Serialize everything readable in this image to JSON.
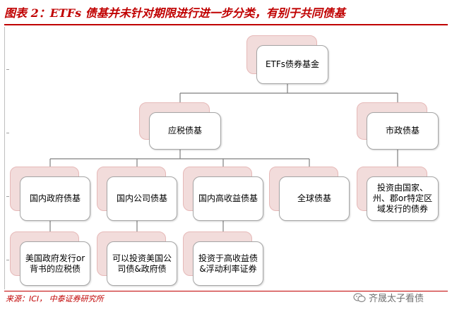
{
  "title": "图表 2：ETFs 债基并未针对期限进行进一步分类，有别于共同债基",
  "root": "ETFs债券基金",
  "level1": {
    "taxable": "应税债基",
    "municipal": "市政债基"
  },
  "level2": {
    "domestic_gov": "国内政府债基",
    "domestic_corp": "国内公司债基",
    "domestic_high_yield": "国内高收益债基",
    "global": "全球债基",
    "municipal_desc": "投资由国家、州、郡or特定区域发行的债券"
  },
  "level3": {
    "gov_desc": "美国政府发行or背书的应税债",
    "corp_desc": "可以投资美国公司债&政府债",
    "high_yield_desc": "投资于高收益债&浮动利率证券"
  },
  "source": "来源：ICI，  中泰证券研究所",
  "watermark": "齐晟太子看债",
  "colors": {
    "accent": "#c00000",
    "node_back": "#f2dcdb",
    "connector": "#7f7f7f"
  }
}
